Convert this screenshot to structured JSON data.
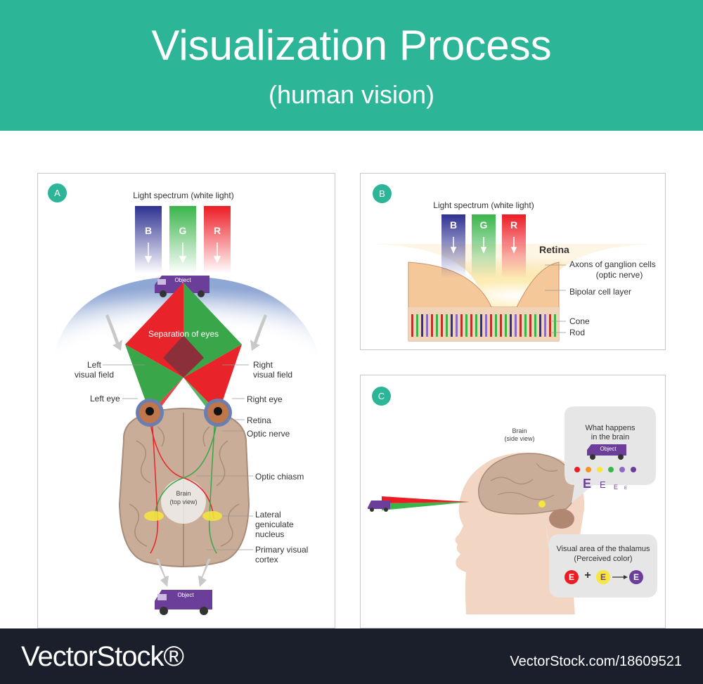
{
  "header": {
    "title": "Visualization Process",
    "subtitle": "(human vision)"
  },
  "panel_a": {
    "badge": "A",
    "spectrum_label": "Light spectrum (white light)",
    "bars": [
      "B",
      "G",
      "R"
    ],
    "object_label": "Object",
    "separation_label": "Separation of eyes",
    "left_visual_field": [
      "Left",
      "visual field"
    ],
    "right_visual_field": [
      "Right",
      "visual field"
    ],
    "left_eye": "Left eye",
    "right_eye": "Right eye",
    "retina": "Retina",
    "optic_nerve": "Optic nerve",
    "optic_chiasm": "Optic chiasm",
    "brain_label": [
      "Brain",
      "(top view)"
    ],
    "lgn": [
      "Lateral",
      "geniculate",
      "nucleus"
    ],
    "visual_cortex": [
      "Primary visual",
      "cortex"
    ],
    "object_label_bottom": "Object"
  },
  "panel_b": {
    "badge": "B",
    "spectrum_label": "Light spectrum (white light)",
    "bars": [
      "B",
      "G",
      "R"
    ],
    "retina_title": "Retina",
    "axons": [
      "Axons of ganglion cells",
      "(optic nerve)"
    ],
    "bipolar": "Bipolar cell layer",
    "cone": "Cone",
    "rod": "Rod"
  },
  "panel_c": {
    "badge": "C",
    "brain_label": [
      "Brain",
      "(side view)"
    ],
    "bubble_top": [
      "What happens",
      "in the brain"
    ],
    "object_label": "Object",
    "letters": [
      "E",
      "E",
      "E",
      "E"
    ],
    "bubble_bottom": [
      "Visual area of the thalamus",
      "(Perceived color)"
    ],
    "equation": [
      "E",
      "+",
      "E",
      "E"
    ]
  },
  "colors": {
    "accent": "#2db598",
    "blue": "#2e3192",
    "green": "#39b54a",
    "red": "#ed1c24",
    "purple": "#6b3e99"
  },
  "footer": {
    "brand": "VectorStock®",
    "image_id": "VectorStock.com/18609521"
  }
}
